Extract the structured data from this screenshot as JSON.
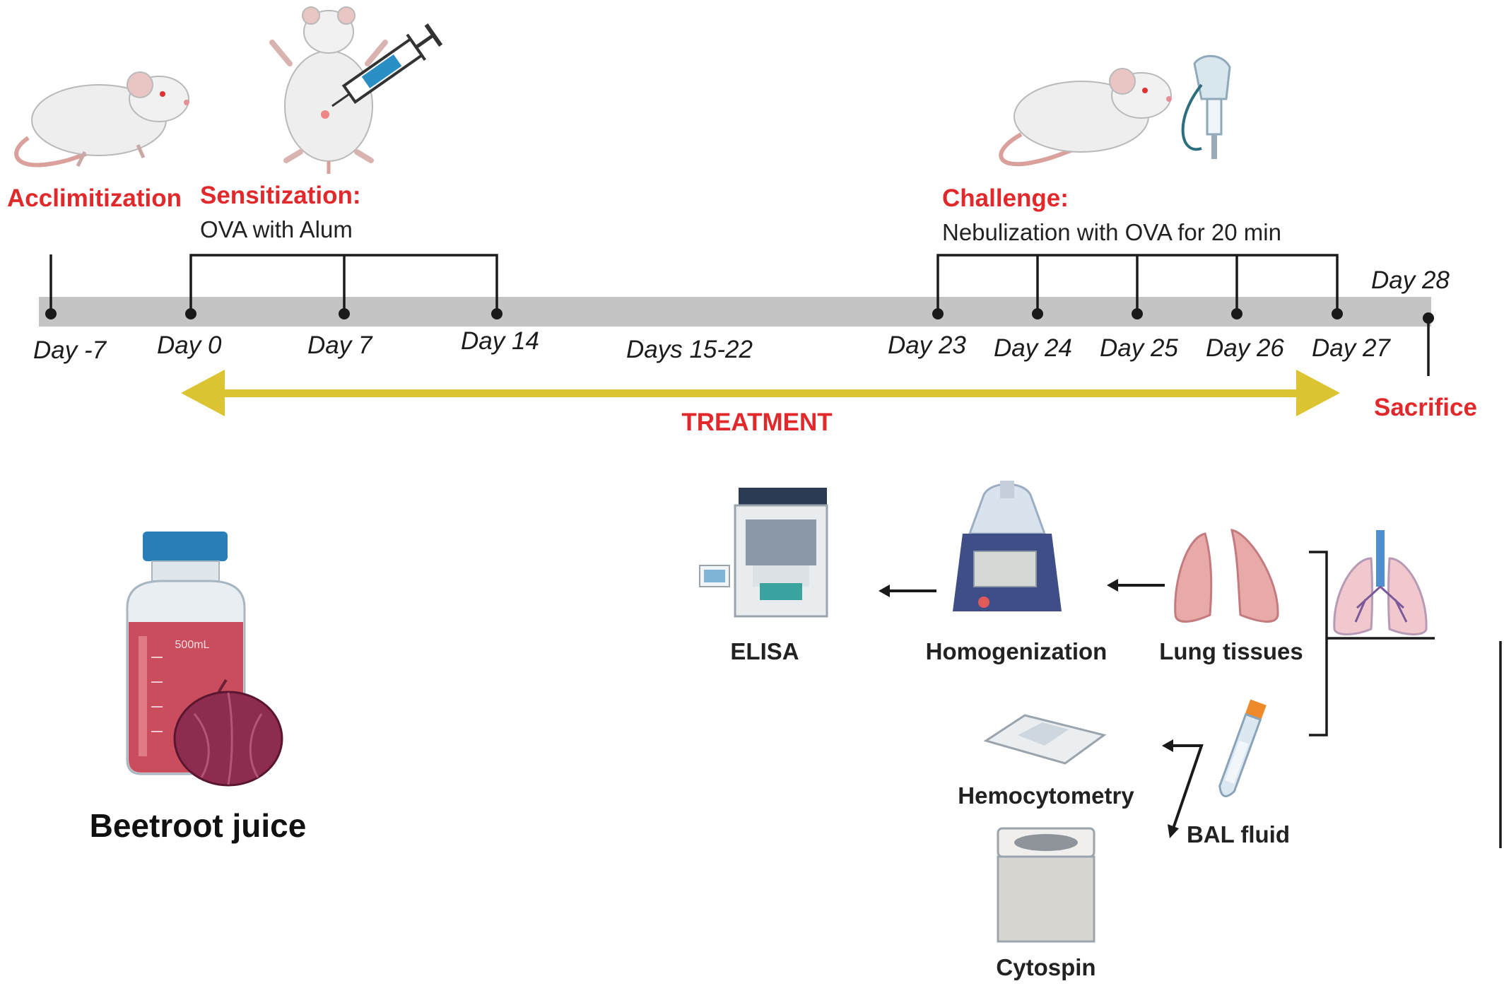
{
  "timeline": {
    "phases": {
      "acclimitization": "Acclimitization",
      "sensitization_title": "Sensitization:",
      "sensitization_desc": "OVA with Alum",
      "challenge_title": "Challenge:",
      "challenge_desc": "Nebulization with OVA for 20 min",
      "sacrifice": "Sacrifice"
    },
    "days": {
      "d_minus7": "Day -7",
      "d0": "Day 0",
      "d7": "Day 7",
      "d14": "Day 14",
      "d15_22": "Days 15-22",
      "d23": "Day 23",
      "d24": "Day 24",
      "d25": "Day 25",
      "d26": "Day 26",
      "d27": "Day 27",
      "d28": "Day 28"
    },
    "treatment_label": "TREATMENT"
  },
  "treatment_product": {
    "name": "Beetroot juice",
    "bottle_volume": "500mL"
  },
  "analysis": {
    "lung_tissues": "Lung tissues",
    "homogenization": "Homogenization",
    "elisa": "ELISA",
    "bal_fluid": "BAL fluid",
    "hemocytometry": "Hemocytometry",
    "cytospin": "Cytospin"
  },
  "colors": {
    "accent_red": "#e1292c",
    "timeline_gray": "#c4c4c4",
    "treatment_arrow": "#dcc332"
  }
}
